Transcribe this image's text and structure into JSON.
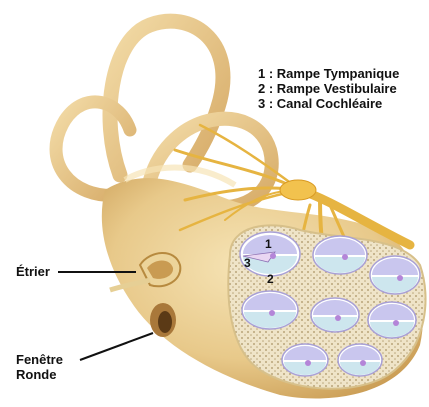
{
  "legend": [
    "1 : Rampe Tympanique",
    "2 : Rampe Vestibulaire",
    "3 : Canal Cochléaire"
  ],
  "labels": {
    "etrier": "Étrier",
    "fenetre_line1": "Fenêtre",
    "fenetre_line2": "Ronde"
  },
  "section_numbers": {
    "n1": "1",
    "n2": "2",
    "n3": "3"
  },
  "colors": {
    "bone": "#e8c98a",
    "bone_dark": "#c99b52",
    "bone_light": "#f6e4b6",
    "nerve": "#e6b441",
    "tympanic": "#c9c6ee",
    "vestibular": "#cde6ee",
    "organ": "#b485d8",
    "pore": "#cfc3a3"
  }
}
